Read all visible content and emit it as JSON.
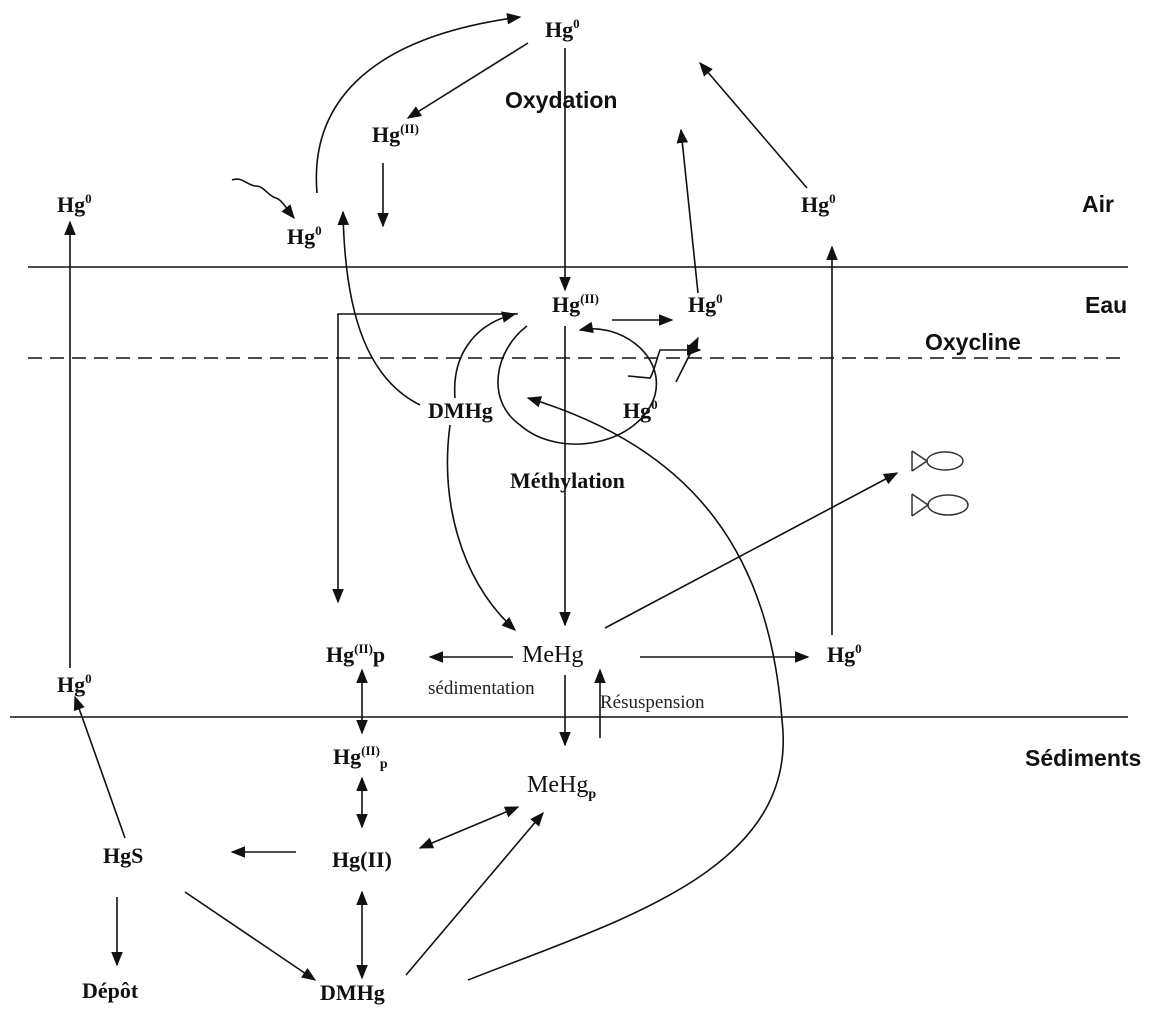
{
  "layers": {
    "air": "Air",
    "eau": "Eau",
    "oxycline": "Oxycline",
    "sediments": "Sédiments"
  },
  "processes": {
    "oxydation": "Oxydation",
    "methylation": "Méthylation",
    "sedimentation": "sédimentation",
    "resuspension": "Résuspension",
    "depot": "Dépôt"
  },
  "species": {
    "hg": "Hg",
    "hg0_sup": "0",
    "hgII_sup": "(II)",
    "p": "p",
    "dmhg": "DMHg",
    "mehg": "MeHg",
    "hgs": "HgS",
    "hg_ii_plain": "Hg(II)"
  },
  "colors": {
    "ink": "#111111",
    "background": "#ffffff"
  }
}
